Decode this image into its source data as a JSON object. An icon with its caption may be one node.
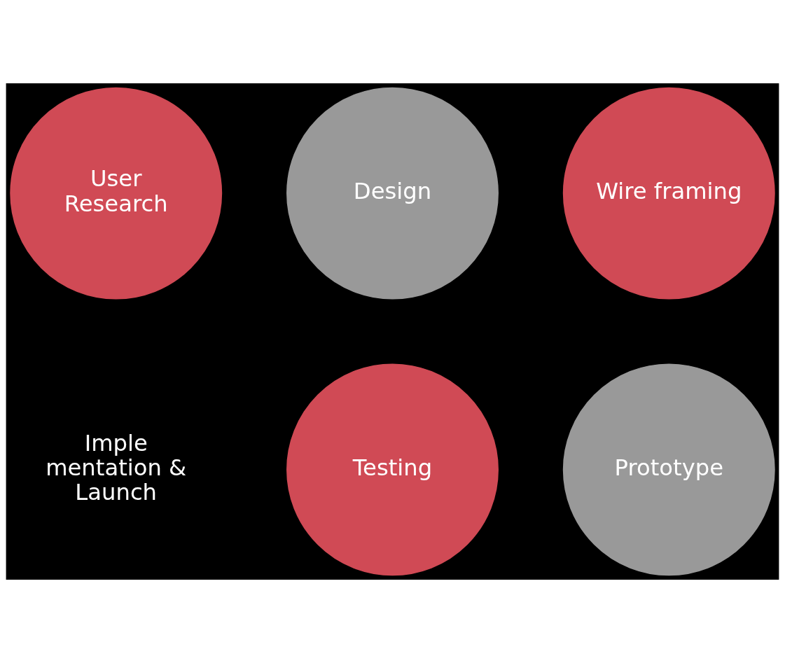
{
  "diagram": {
    "nodes": [
      {
        "text": [
          "User Research"
        ]
      },
      {
        "text": [
          "Design"
        ]
      },
      {
        "text": [
          "Wire framing"
        ]
      },
      {
        "text": [
          "Imple mentation & Launch"
        ]
      },
      {
        "text": [
          "Testing"
        ]
      },
      {
        "text": [
          "Prototype"
        ]
      }
    ]
  }
}
